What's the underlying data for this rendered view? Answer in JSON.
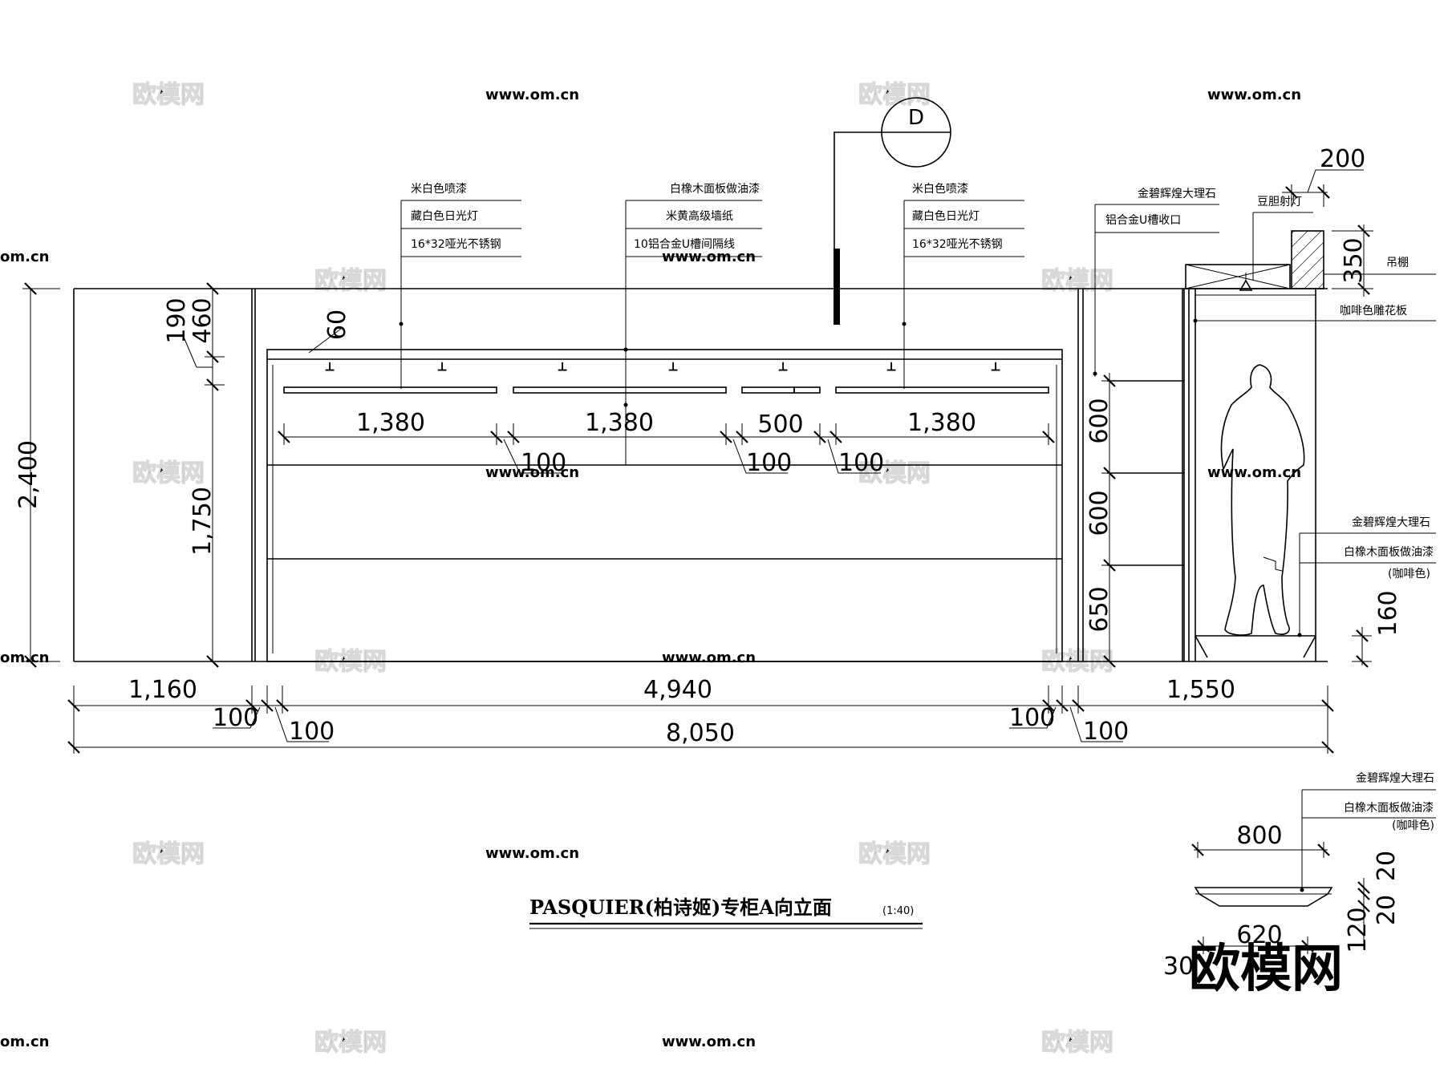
{
  "title": {
    "main": "PASQUIER(柏诗姬)专柜A向立面",
    "scale": "(1:40)"
  },
  "section_marker": "D",
  "dimensions": {
    "total_height": "2,400",
    "d_460": "460",
    "d_190": "190",
    "d_1750": "1,750",
    "d_60": "60",
    "shelf_1380_a": "1,380",
    "shelf_1380_b": "1,380",
    "shelf_500": "500",
    "shelf_1380_c": "1,380",
    "gap_100_a": "100",
    "gap_100_b": "100",
    "gap_100_c": "100",
    "right_600_a": "600",
    "right_600_b": "600",
    "right_650": "650",
    "right_200": "200",
    "right_350": "350",
    "right_160": "160",
    "bottom_1160": "1,160",
    "bottom_4940": "4,940",
    "bottom_1550": "1,550",
    "bottom_8050": "8,050",
    "bottom_100_a": "100",
    "bottom_100_b": "100",
    "bottom_100_c": "100",
    "bottom_100_d": "100",
    "detail_800": "800",
    "detail_620": "620",
    "detail_30": "30",
    "detail_20_a": "20",
    "detail_20_b": "20",
    "detail_120": "120"
  },
  "notes": {
    "left": [
      "米白色喷漆",
      "藏白色日光灯",
      "16*32哑光不锈钢"
    ],
    "center": [
      "白橡木面板做油漆",
      "米黄高级墙纸",
      "10铝合金U槽间隔线"
    ],
    "right": [
      "米白色喷漆",
      "藏白色日光灯",
      "16*32哑光不锈钢"
    ],
    "side": [
      "金碧辉煌大理石",
      "铝合金U槽收口"
    ],
    "lamp": "豆胆射灯",
    "ceiling": "吊棚",
    "carved_panel": "咖啡色雕花板",
    "base": [
      "金碧辉煌大理石",
      "白橡木面板做油漆",
      "(咖啡色)"
    ],
    "detail": [
      "金碧辉煌大理石",
      "白橡木面板做油漆",
      "(咖啡色)"
    ]
  },
  "watermark": {
    "brand": "欧模网",
    "url": "www.om.cn",
    "url_short": "om.cn"
  },
  "colors": {
    "line": "#000000",
    "watermark": "#d9d9d9",
    "background": "#ffffff"
  }
}
